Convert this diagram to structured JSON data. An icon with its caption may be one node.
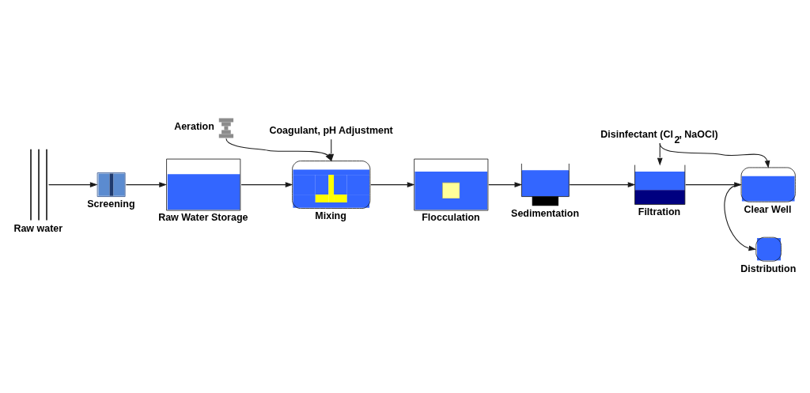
{
  "diagram": {
    "nodes": [
      {
        "text": [
          "Raw water"
        ]
      },
      {
        "text": [
          "Screening"
        ]
      },
      {
        "text": [
          "Raw Water Storage"
        ]
      },
      {
        "text": [
          "Aeration"
        ]
      },
      {
        "text": [
          "Coagulant, pH Adjustment"
        ]
      },
      {
        "text": [
          "Mixing"
        ]
      },
      {
        "text": [
          "Flocculation"
        ]
      },
      {
        "text": [
          "Sedimentation"
        ]
      },
      {
        "text": [
          "Disinfectant (Cl$_{2}$, NaOCl)"
        ]
      },
      {
        "text": [
          "Filtration"
        ]
      },
      {
        "text": [
          "Clear Well"
        ]
      },
      {
        "text": [
          "Distribution"
        ]
      }
    ],
    "edges": [
      {
        "from": 0,
        "to": 1,
        "arrow": "to"
      },
      {
        "from": 1,
        "to": 2,
        "arrow": "to"
      },
      {
        "from": 2,
        "to": 5,
        "arrow": "to"
      },
      {
        "from": 3,
        "to": 5,
        "arrow": "to"
      },
      {
        "from": 4,
        "to": 5,
        "arrow": "to"
      },
      {
        "from": 5,
        "to": 6,
        "arrow": "to"
      },
      {
        "from": 6,
        "to": 7,
        "arrow": "to"
      },
      {
        "from": 7,
        "to": 9,
        "arrow": "to"
      },
      {
        "from": 8,
        "to": 9,
        "arrow": "to"
      },
      {
        "from": 9,
        "to": 10,
        "arrow": "to"
      },
      {
        "from": 8,
        "to": 10,
        "arrow": "to"
      },
      {
        "from": 10,
        "to": 11,
        "arrow": "to"
      }
    ]
  }
}
